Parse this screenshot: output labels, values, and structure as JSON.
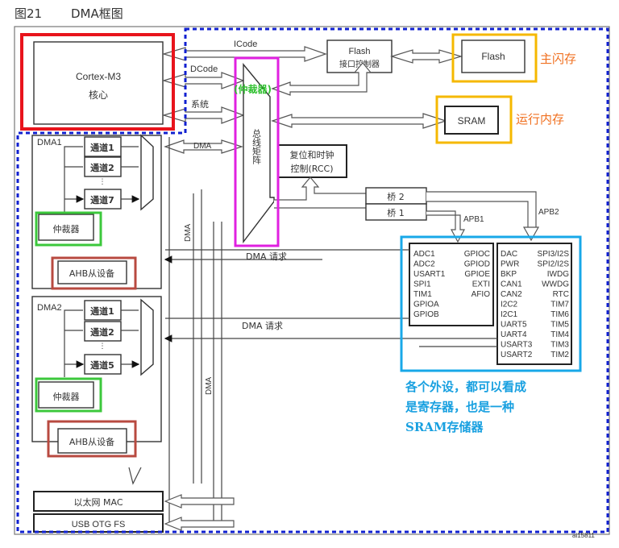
{
  "figure": {
    "number": "图21",
    "title": "DMA框图",
    "figure_id": "ai15811"
  },
  "core": {
    "line1": "Cortex-M3",
    "line2": "核心"
  },
  "buses": {
    "icode": "ICode",
    "dcode": "DCode",
    "system": "系统",
    "dma": "DMA",
    "dma_vertical_1": "DMA",
    "dma_vertical_2": "DMA"
  },
  "bus_matrix": {
    "label": "总线矩阵",
    "arbiter_note": "(仲裁器)"
  },
  "flash_ctrl": {
    "line1": "Flash",
    "line2": "接口控制器"
  },
  "flash": {
    "label": "Flash",
    "note": "主闪存"
  },
  "sram": {
    "label": "SRAM",
    "note": "运行内存"
  },
  "rcc": {
    "line1": "复位和时钟",
    "line2": "控制(RCC)"
  },
  "bridges": {
    "bridge2": "桥 2",
    "bridge1": "桥 1",
    "apb1": "APB1",
    "apb2": "APB2"
  },
  "dma1": {
    "label": "DMA1",
    "channels": [
      "通道1",
      "通道2",
      "通道7"
    ],
    "arbiter": "仲裁器",
    "ahb_slave": "AHB从设备",
    "request": "DMA  请求"
  },
  "dma2": {
    "label": "DMA2",
    "channels": [
      "通道1",
      "通道2",
      "通道5"
    ],
    "arbiter": "仲裁器",
    "ahb_slave": "AHB从设备",
    "request": "DMA  请求"
  },
  "apb2_peripherals": {
    "left": [
      "ADC1",
      "ADC2",
      "USART1",
      "SPI1",
      "TIM1",
      "GPIOA",
      "GPIOB"
    ],
    "right": [
      "GPIOC",
      "GPIOD",
      "GPIOE",
      "EXTI",
      "AFIO"
    ]
  },
  "apb1_peripherals": {
    "left": [
      "DAC",
      "PWR",
      "BKP",
      "CAN1",
      "CAN2",
      "I2C2",
      "I2C1",
      "UART5",
      "UART4",
      "USART3",
      "USART2"
    ],
    "right": [
      "SPI3/I2S",
      "SPI2/I2S",
      "IWDG",
      "WWDG",
      "RTC",
      "TIM7",
      "TIM6",
      "TIM5",
      "TIM4",
      "TIM3",
      "TIM2"
    ]
  },
  "peripheral_note": [
    "各个外设，都可以看成",
    "是寄存器，也是一种",
    "SRAM存储器"
  ],
  "ethernet": "以太网 MAC",
  "usb": "USB OTG FS",
  "colors": {
    "core_highlight": "#e8141c",
    "dma_region": "#1020d0",
    "bus_matrix_highlight": "#e020e0",
    "memory_highlight": "#f5b800",
    "arbiter_highlight": "#3cc83c",
    "ahb_highlight": "#b84a40",
    "peripheral_highlight": "#18a8e8",
    "memory_note": "#f07020",
    "arbiter_note": "#30c030",
    "peripheral_note": "#18a0e0"
  }
}
